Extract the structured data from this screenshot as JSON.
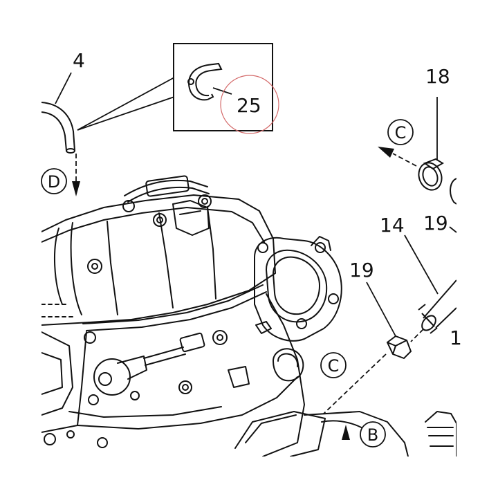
{
  "callouts": {
    "hose": "4",
    "clip": "25",
    "clamp": "18",
    "pipe": "14",
    "nut_top": "19",
    "nut_mid": "19",
    "edge": "1"
  },
  "references": {
    "d": "D",
    "c_top": "C",
    "c_mid": "C",
    "b": "B"
  },
  "colors": {
    "line": "#111111",
    "highlight_circle": "#d46a6a",
    "background": "#ffffff"
  }
}
